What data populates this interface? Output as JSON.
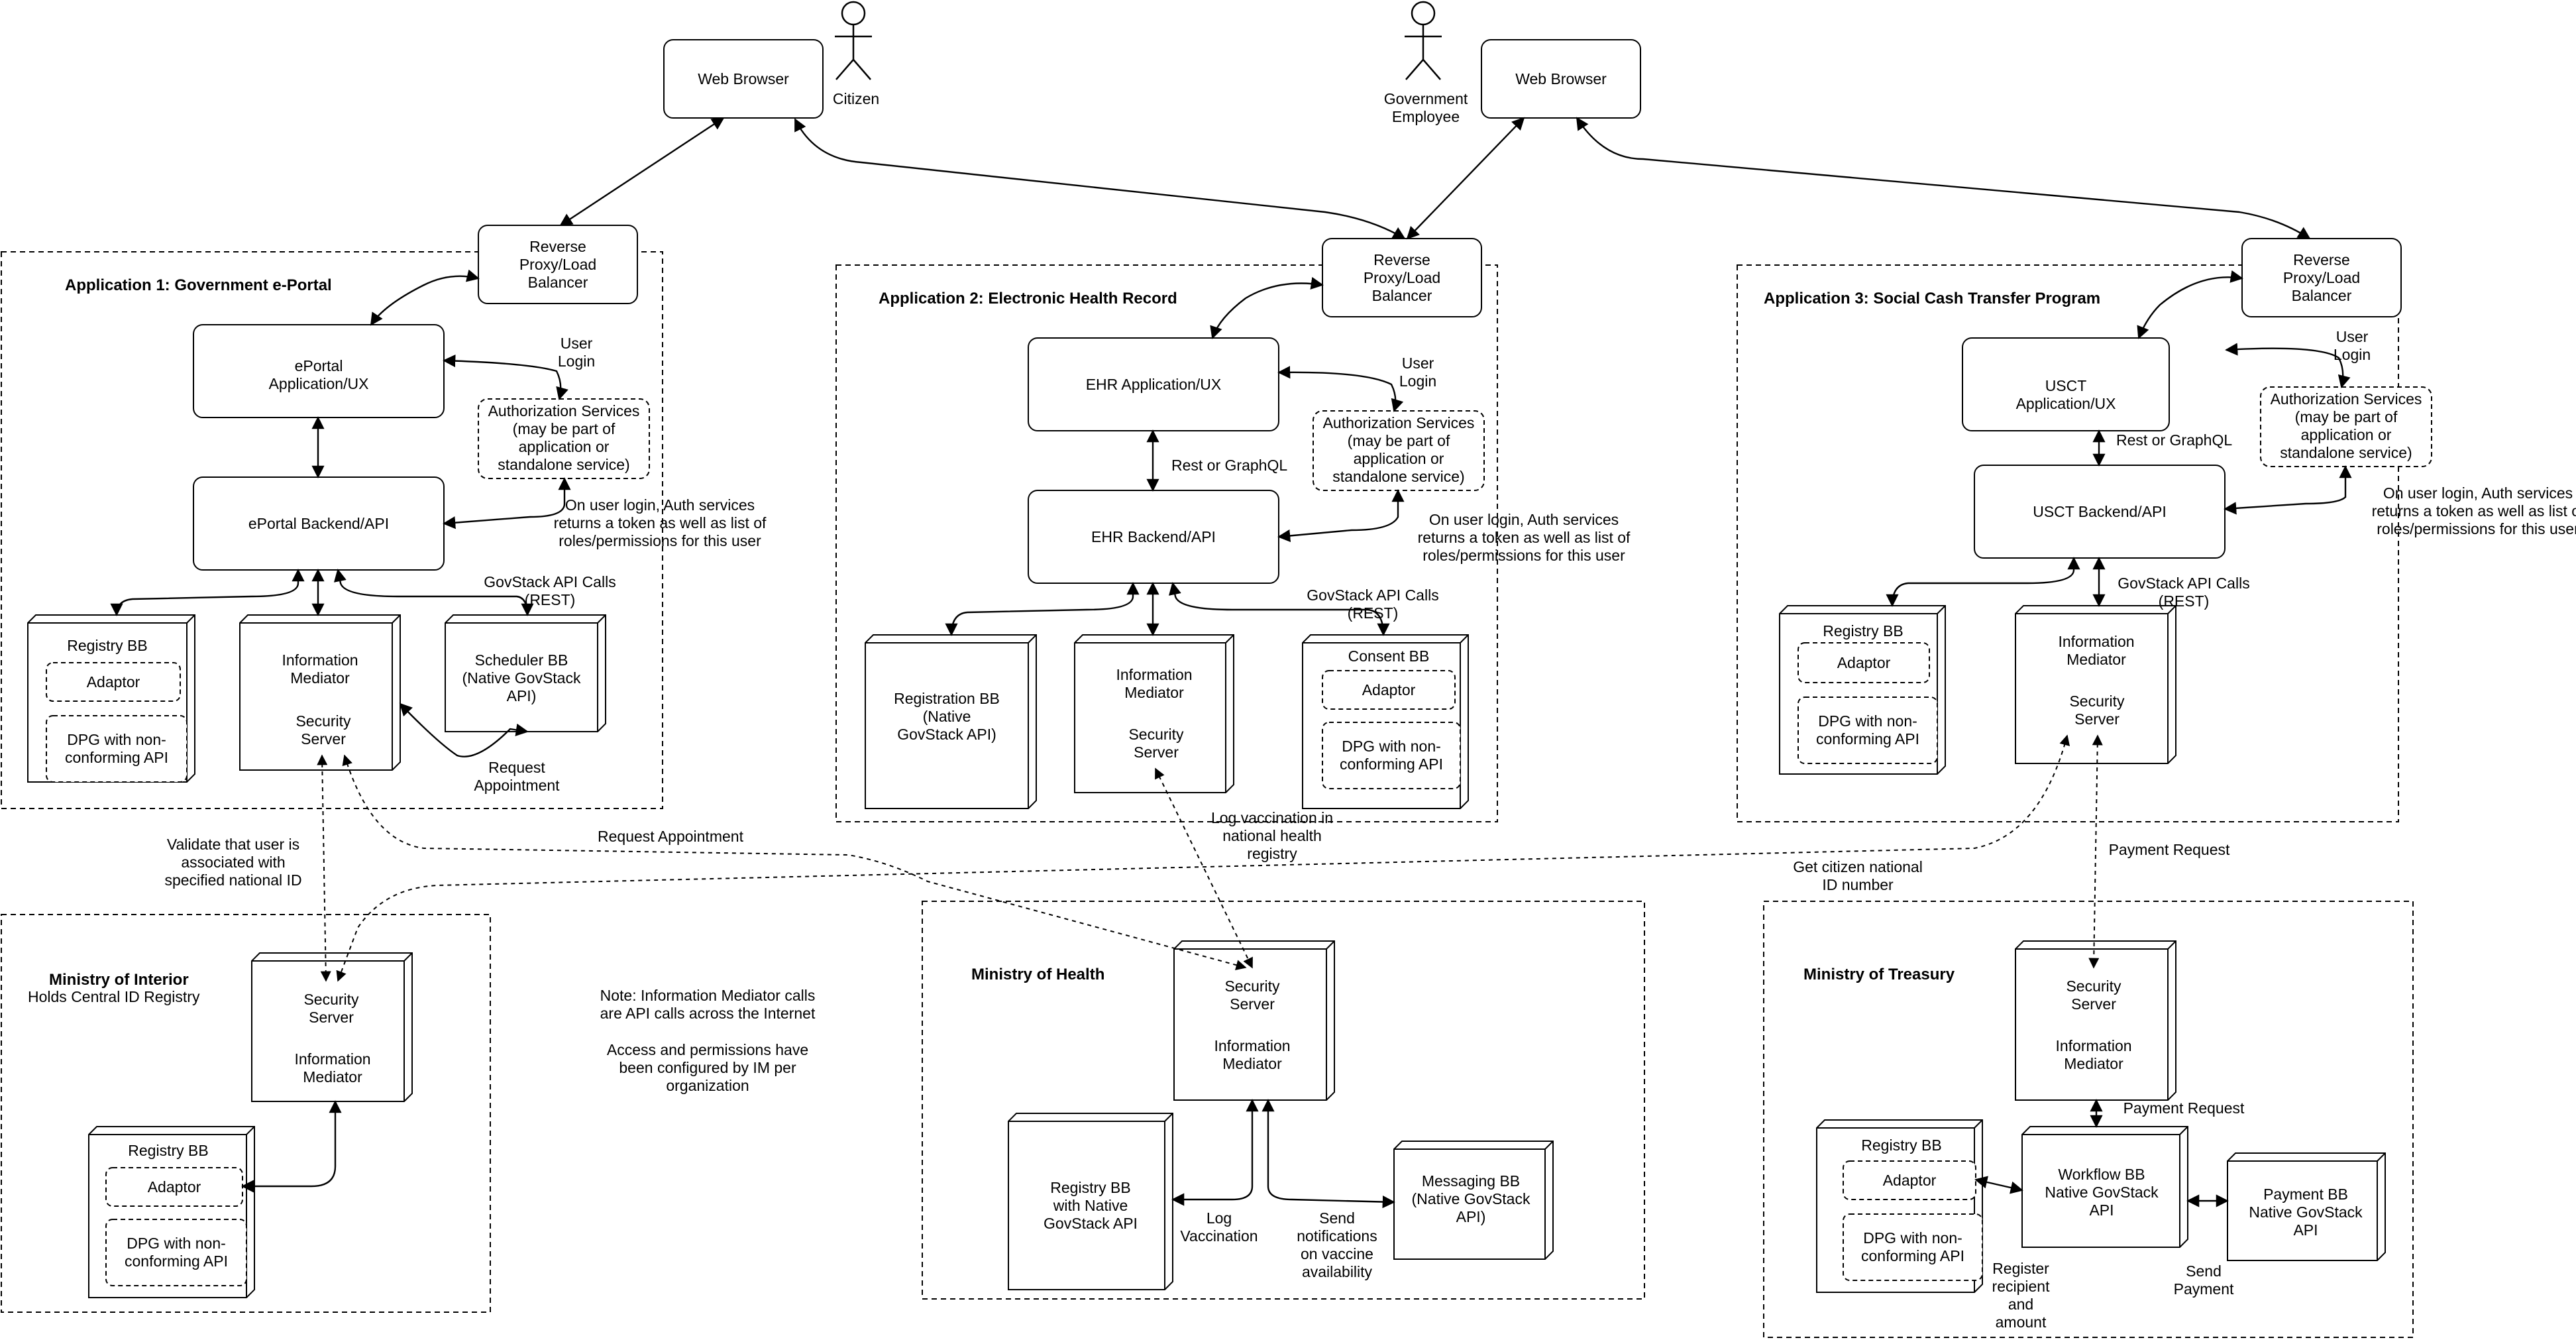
{
  "actors": {
    "citizen": "Citizen",
    "government_employee": [
      "Government",
      "Employee"
    ]
  },
  "browsers": {
    "browser1": "Web Browser",
    "browser2": "Web Browser"
  },
  "app1": {
    "title": "Application 1: Government e-Portal",
    "proxy": [
      "Reverse",
      "Proxy/Load",
      "Balancer"
    ],
    "ux": [
      "ePortal",
      "Application/UX"
    ],
    "backend": "ePortal Backend/API",
    "user_login": [
      "User",
      "Login"
    ],
    "auth": [
      "Authorization Services",
      "(may be part of",
      "application or",
      "standalone service)"
    ],
    "auth_note": [
      "On user login, Auth services",
      "returns a token as well as list of",
      "roles/permissions for this user"
    ],
    "govstack_calls": [
      "GovStack API Calls",
      "(REST)"
    ],
    "registry": "Registry BB",
    "adaptor": "Adaptor",
    "dpg": [
      "DPG with non-",
      "conforming API"
    ],
    "im": [
      "Information",
      "Mediator"
    ],
    "security_server": [
      "Security",
      "Server"
    ],
    "scheduler": [
      "Scheduler BB",
      "(Native GovStack",
      "API)"
    ],
    "request_appointment": [
      "Request",
      "Appointment"
    ]
  },
  "app2": {
    "title": "Application 2: Electronic Health Record",
    "proxy": [
      "Reverse",
      "Proxy/Load",
      "Balancer"
    ],
    "ux": "EHR Application/UX",
    "backend": "EHR Backend/API",
    "user_login": [
      "User",
      "Login"
    ],
    "auth": [
      "Authorization Services",
      "(may be part of",
      "application or",
      "standalone service)"
    ],
    "auth_note": [
      "On user login, Auth services",
      "returns a token as well as list of",
      "roles/permissions for this user"
    ],
    "rest_graphql": "Rest or GraphQL",
    "govstack_calls": [
      "GovStack API Calls",
      "(REST)"
    ],
    "registration": [
      "Registration BB",
      "(Native",
      "GovStack API)"
    ],
    "im": [
      "Information",
      "Mediator"
    ],
    "security_server": [
      "Security",
      "Server"
    ],
    "consent": "Consent BB",
    "adaptor": "Adaptor",
    "dpg": [
      "DPG with non-",
      "conforming API"
    ]
  },
  "app3": {
    "title": "Application 3: Social Cash Transfer Program",
    "proxy": [
      "Reverse",
      "Proxy/Load",
      "Balancer"
    ],
    "ux": [
      "USCT",
      "Application/UX"
    ],
    "backend": "USCT Backend/API",
    "user_login": [
      "User",
      "Login"
    ],
    "auth": [
      "Authorization Services",
      "(may be part of",
      "application or",
      "standalone service)"
    ],
    "auth_note": [
      "On user login, Auth services",
      "returns a token as well as list of",
      "roles/permissions for this user"
    ],
    "rest_graphql": "Rest or GraphQL",
    "govstack_calls": [
      "GovStack API Calls",
      "(REST)"
    ],
    "registry": "Registry BB",
    "adaptor": "Adaptor",
    "dpg": [
      "DPG with non-",
      "conforming API"
    ],
    "im": [
      "Information",
      "Mediator"
    ],
    "security_server": [
      "Security",
      "Server"
    ]
  },
  "cross": {
    "validate_user": [
      "Validate that user is",
      "associated with",
      "specified national ID"
    ],
    "request_appointment": "Request Appointment",
    "log_vaccination_registry": [
      "Log vaccination in",
      "national health",
      "registry"
    ],
    "get_citizen_id": [
      "Get citizen national",
      "ID number"
    ],
    "payment_request": "Payment Request"
  },
  "interior": {
    "title": "Ministry of Interior",
    "subtitle": "Holds Central ID Registry",
    "security_server": [
      "Security",
      "Server"
    ],
    "im": [
      "Information",
      "Mediator"
    ],
    "registry": "Registry BB",
    "adaptor": "Adaptor",
    "dpg": [
      "DPG with non-",
      "conforming API"
    ]
  },
  "note": {
    "line1": [
      "Note: Information Mediator calls",
      "are API calls across the Internet"
    ],
    "line2": [
      "Access and permissions have",
      "been configured by IM per",
      "organization"
    ]
  },
  "health": {
    "title": "Ministry of Health",
    "security_server": [
      "Security",
      "Server"
    ],
    "im": [
      "Information",
      "Mediator"
    ],
    "registry": [
      "Registry BB",
      "with Native",
      "GovStack API"
    ],
    "messaging": [
      "Messaging BB",
      "(Native GovStack",
      "API)"
    ],
    "log_vaccination": [
      "Log",
      "Vaccination"
    ],
    "send_notifications": [
      "Send",
      "notifications",
      "on vaccine",
      "availability"
    ]
  },
  "treasury": {
    "title": "Ministry of Treasury",
    "security_server": [
      "Security",
      "Server"
    ],
    "im": [
      "Information",
      "Mediator"
    ],
    "payment_request": "Payment Request",
    "registry": "Registry BB",
    "adaptor": "Adaptor",
    "dpg": [
      "DPG with non-",
      "conforming API"
    ],
    "workflow": [
      "Workflow BB",
      "Native GovStack",
      "API"
    ],
    "payment": [
      "Payment BB",
      "Native GovStack",
      "API"
    ],
    "register_recipient": [
      "Register",
      "recipient",
      "and",
      "amount"
    ],
    "send_payment": [
      "Send",
      "Payment"
    ]
  }
}
